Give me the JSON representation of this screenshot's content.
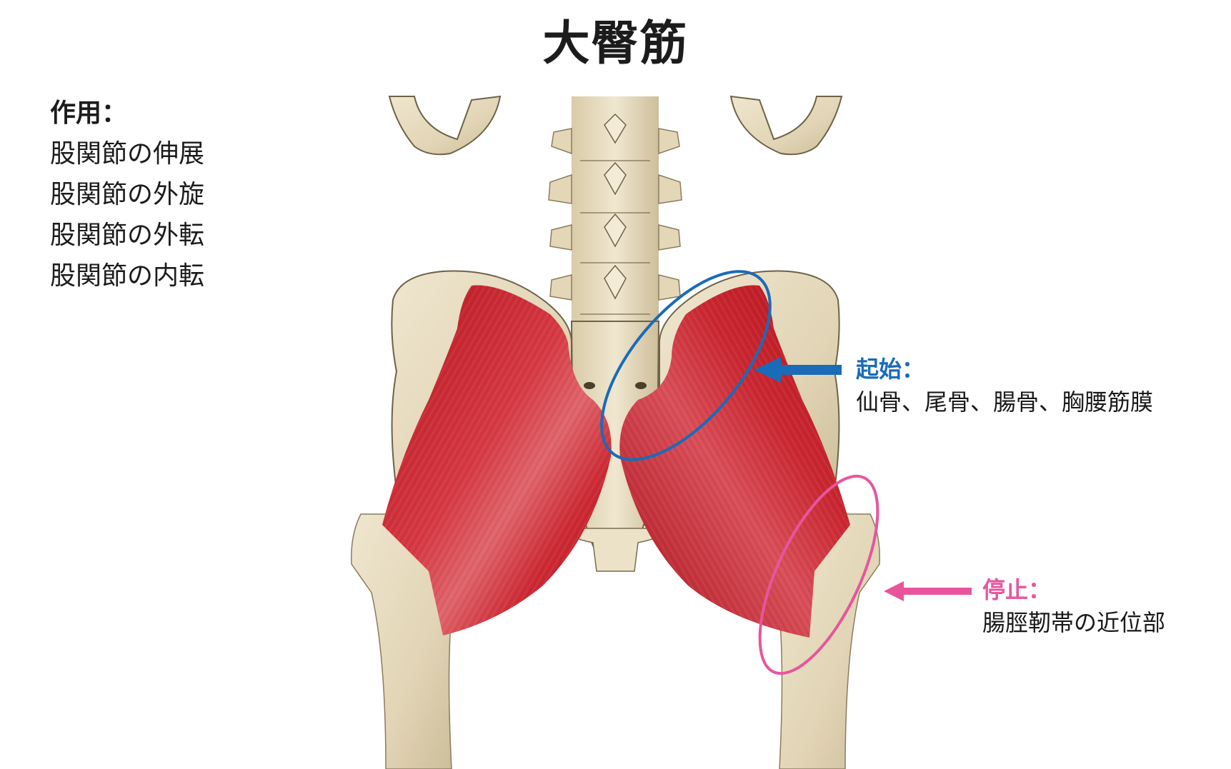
{
  "title": "大臀筋",
  "action": {
    "heading": "作用：",
    "items": [
      "股関節の伸展",
      "股関節の外旋",
      "股関節の外転",
      "股関節の内転"
    ]
  },
  "origin": {
    "heading": "起始：",
    "text": "仙骨、尾骨、腸骨、胸腰筋膜",
    "color": "#1a6bb8",
    "marker": "ellipse-outline",
    "arrow": "arrow-left"
  },
  "insertion": {
    "heading": "停止：",
    "text": "腸脛靭帯の近位部",
    "color": "#e8559d",
    "marker": "ellipse-outline",
    "arrow": "arrow-left"
  },
  "figure": {
    "subject": "posterior view of pelvis, lumbar spine and femurs with gluteus maximus muscle",
    "muscle_color": "#c8202a",
    "bone_color": "#e8dcc0"
  }
}
